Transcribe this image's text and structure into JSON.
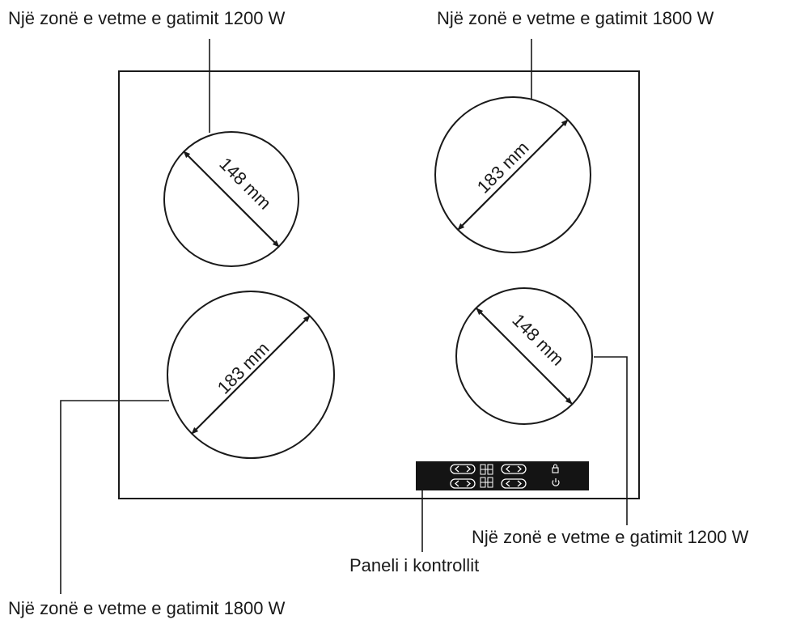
{
  "labels": {
    "top_left": "Një zonë e vetme e gatimit 1200 W",
    "top_right": "Një zonë e vetme e gatimit 1800 W",
    "bottom_right": "Një zonë e vetme e gatimit 1200 W",
    "control_panel": "Paneli i kontrollit",
    "bottom_left": "Një zonë e vetme e gatimit 1800 W"
  },
  "zones": {
    "top_left": {
      "diameter": "148 mm"
    },
    "top_right": {
      "diameter": "183 mm"
    },
    "bottom_left": {
      "diameter": "183 mm"
    },
    "bottom_right": {
      "diameter": "148 mm"
    }
  },
  "icons": {
    "lock": "lock-icon",
    "power": "power-icon"
  }
}
